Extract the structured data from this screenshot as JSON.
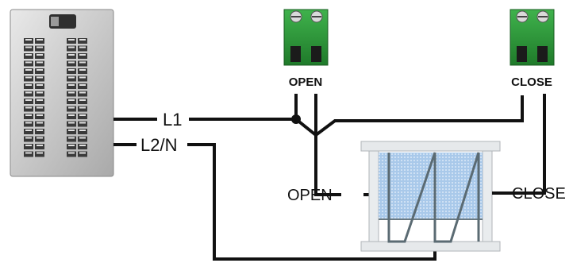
{
  "wires": {
    "l1_label": "L1",
    "l2n_label": "L2/N"
  },
  "terminals": [
    {
      "label": "OPEN"
    },
    {
      "label": "CLOSE"
    }
  ],
  "actuator": {
    "open_label": "OPEN",
    "close_label": "CLOSE"
  },
  "colors": {
    "wire": "#111111",
    "terminal_green": "#2e9b3a",
    "panel_gray": "#c8c8c8",
    "breaker_dark": "#3a3a3a",
    "actuator_fill": "#9fc3e6",
    "actuator_frame": "#dfe3e6",
    "actuator_coil": "#5b6b73"
  }
}
